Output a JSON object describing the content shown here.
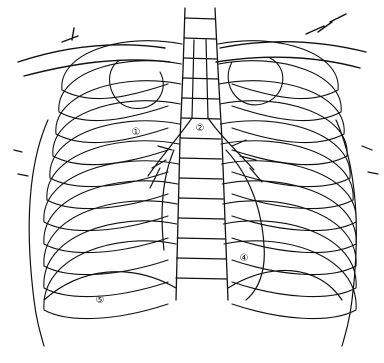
{
  "figure": {
    "ink_color": "#111111",
    "background": "#ffffff",
    "labels": [
      "①",
      "②",
      "④",
      "⑤"
    ]
  }
}
